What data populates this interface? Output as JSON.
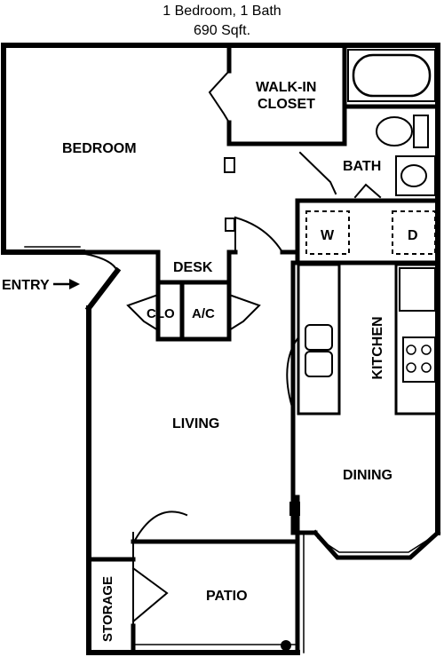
{
  "header": {
    "unit_type": "1 Bedroom, 1 Bath",
    "area": "690 Sqft."
  },
  "rooms": {
    "bedroom": "BEDROOM",
    "walk_in_closet_line1": "WALK-IN",
    "walk_in_closet_line2": "CLOSET",
    "bath": "BATH",
    "washer": "W",
    "dryer": "D",
    "desk": "DESK",
    "closet": "CLO",
    "ac": "A/C",
    "kitchen": "KITCHEN",
    "living": "LIVING",
    "dining": "DINING",
    "patio": "PATIO",
    "storage": "STORAGE",
    "entry": "ENTRY"
  },
  "colors": {
    "wall": "#000000",
    "background": "#ffffff"
  }
}
